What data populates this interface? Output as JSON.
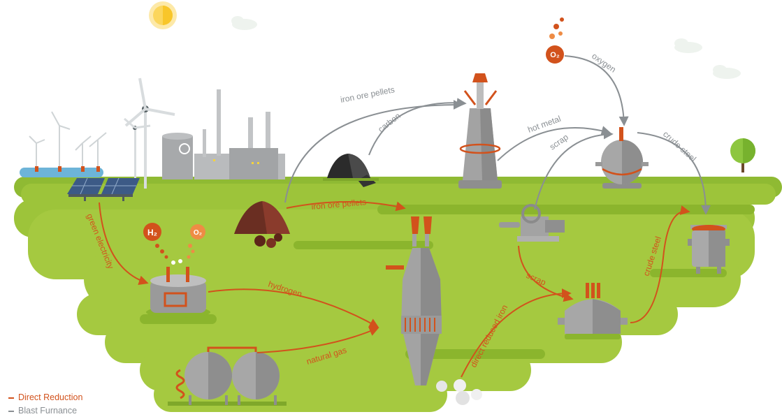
{
  "colors": {
    "direct_reduction": "#d2521c",
    "blast_furnace": "#8a8f93",
    "grass": "#9dc43a",
    "grass_dark": "#7fa82a",
    "steel_grey": "#9a9a9a"
  },
  "bubbles": {
    "h2": "H₂",
    "o2_small": "O₂",
    "o2_top": "O₂"
  },
  "flows": {
    "green_electricity": "green electricity",
    "hydrogen": "hydrogen",
    "natural_gas": "natural gas",
    "iron_ore_pellets_dr": "iron ore pellets",
    "direct_reduced_iron": "direct reduced iron",
    "scrap_dr": "scrap",
    "crude_steel_dr": "crude steel",
    "iron_ore_pellets_bf": "iron ore pellets",
    "carbon": "carbon",
    "hot_metal": "hot metal",
    "scrap_bf": "scrap",
    "oxygen": "oxygen",
    "crude_steel_bf": "crude steel"
  },
  "legend": {
    "direct_reduction": "Direct Reduction",
    "blast_furnace": "Blast Furnance"
  }
}
